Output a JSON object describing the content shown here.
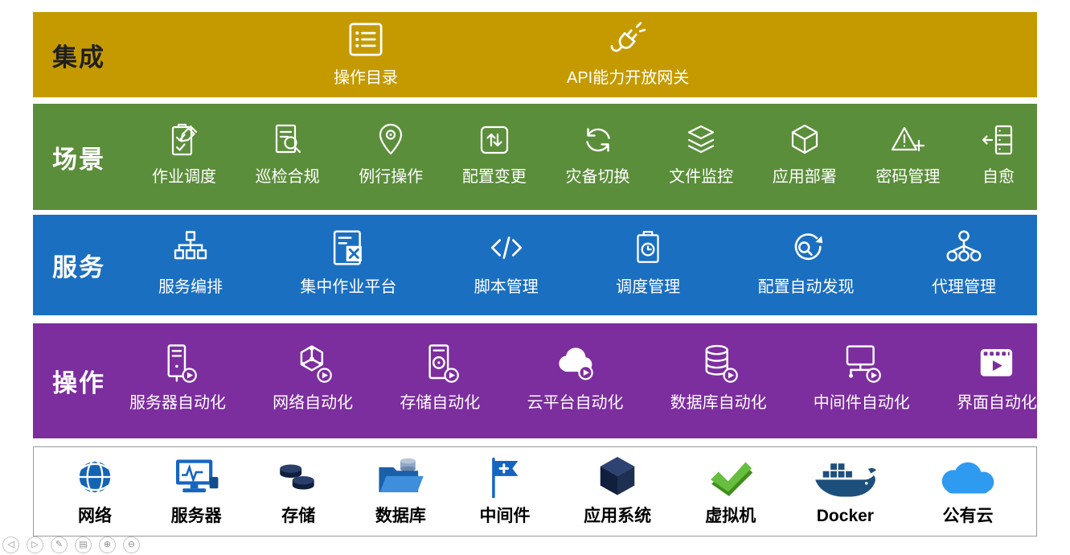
{
  "layers": {
    "integration": {
      "title": "集成",
      "color": "#C49A00",
      "items": [
        {
          "label": "操作目录",
          "icon": "catalog-list-icon"
        },
        {
          "label": "API能力开放网关",
          "icon": "api-gateway-plug-icon"
        }
      ]
    },
    "scenario": {
      "title": "场景",
      "color": "#5B8E3B",
      "items": [
        {
          "label": "作业调度",
          "icon": "clipboard-pencil-icon"
        },
        {
          "label": "巡检合规",
          "icon": "document-search-icon"
        },
        {
          "label": "例行操作",
          "icon": "location-pin-icon"
        },
        {
          "label": "配置变更",
          "icon": "swap-arrows-icon"
        },
        {
          "label": "灾备切换",
          "icon": "refresh-arrows-icon"
        },
        {
          "label": "文件监控",
          "icon": "layers-icon"
        },
        {
          "label": "应用部署",
          "icon": "cube-outline-icon"
        },
        {
          "label": "密码管理",
          "icon": "warning-plus-icon"
        },
        {
          "label": "自愈",
          "icon": "server-restore-icon"
        }
      ]
    },
    "service": {
      "title": "服务",
      "color": "#1B6FC0",
      "items": [
        {
          "label": "服务编排",
          "icon": "org-tree-icon"
        },
        {
          "label": "集中作业平台",
          "icon": "job-platform-icon"
        },
        {
          "label": "脚本管理",
          "icon": "code-icon"
        },
        {
          "label": "调度管理",
          "icon": "schedule-clock-icon"
        },
        {
          "label": "配置自动发现",
          "icon": "discovery-refresh-icon"
        },
        {
          "label": "代理管理",
          "icon": "agent-nodes-icon"
        }
      ]
    },
    "operation": {
      "title": "操作",
      "color": "#7C2D9E",
      "items": [
        {
          "label": "服务器自动化",
          "icon": "server-play-icon"
        },
        {
          "label": "网络自动化",
          "icon": "network-play-icon"
        },
        {
          "label": "存储自动化",
          "icon": "storage-play-icon"
        },
        {
          "label": "云平台自动化",
          "icon": "cloud-play-icon"
        },
        {
          "label": "数据库自动化",
          "icon": "database-play-icon"
        },
        {
          "label": "中间件自动化",
          "icon": "middleware-play-icon"
        },
        {
          "label": "界面自动化",
          "icon": "media-play-icon"
        }
      ]
    },
    "resources": {
      "items": [
        {
          "label": "网络",
          "icon": "globe-icon"
        },
        {
          "label": "服务器",
          "icon": "server-monitor-icon"
        },
        {
          "label": "存储",
          "icon": "storage-disks-icon"
        },
        {
          "label": "数据库",
          "icon": "database-folder-icon"
        },
        {
          "label": "中间件",
          "icon": "flag-plus-icon"
        },
        {
          "label": "应用系统",
          "icon": "cube-3d-icon"
        },
        {
          "label": "虚拟机",
          "icon": "check-3d-icon"
        },
        {
          "label": "Docker",
          "icon": "docker-whale-icon"
        },
        {
          "label": "公有云",
          "icon": "cloud-solid-icon"
        }
      ]
    }
  },
  "viewer_controls": [
    {
      "name": "previous-slide",
      "glyph": "◁"
    },
    {
      "name": "next-slide",
      "glyph": "▷"
    },
    {
      "name": "pen-tool",
      "glyph": "✎"
    },
    {
      "name": "slides-overview",
      "glyph": "▤"
    },
    {
      "name": "zoom-in",
      "glyph": "⊕"
    },
    {
      "name": "zoom-out",
      "glyph": "⊖"
    }
  ]
}
